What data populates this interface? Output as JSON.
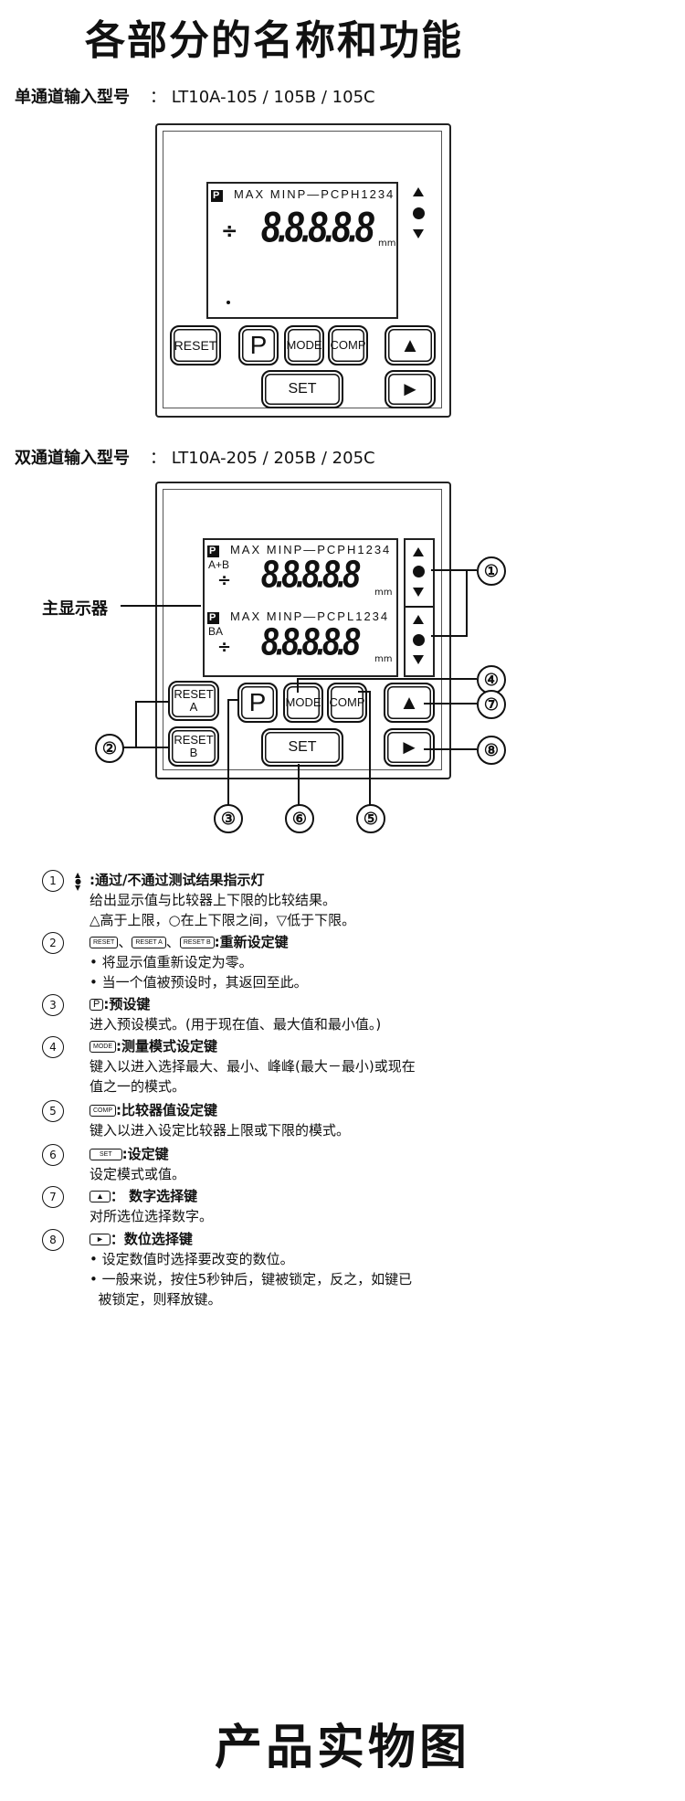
{
  "page": {
    "title": "各部分的名称和功能",
    "single": {
      "label": "单通道输入型号",
      "models": "： LT10A-105 / 105B / 105C"
    },
    "dual": {
      "label": "双通道输入型号",
      "models": "： LT10A-205 / 205B / 205C"
    },
    "main_display_label": "主显示器",
    "footer": "产品实物图"
  },
  "lcd": {
    "status_top": "MAX MINP—PCPH1234",
    "status_bottom": "MAX MINP—PCPL1234",
    "p_box": "P",
    "digits": "8.8.8.8.8",
    "unit": "mm",
    "ch_top": "A+B",
    "ch_bottom": "BA"
  },
  "buttons": {
    "reset": "RESET",
    "p": "P",
    "mode": "MODE",
    "comp": "COMP",
    "set": "SET",
    "up": "▲",
    "right": "►",
    "reset_a_1": "RESET",
    "reset_a_2": "A",
    "reset_b_1": "RESET",
    "reset_b_2": "B"
  },
  "callouts": [
    "①",
    "②",
    "③",
    "④",
    "⑤",
    "⑥",
    "⑦",
    "⑧"
  ],
  "descriptions": [
    {
      "num": "1",
      "head": ":通过/不通过测试结果指示灯",
      "lines": [
        "给出显示值与比较器上下限的比较结果。",
        "△高于上限，○在上下限之间，▽低于下限。"
      ]
    },
    {
      "num": "2",
      "head": ":重新设定键",
      "lines": [
        "• 将显示值重新设定为零。",
        "• 当一个值被预设时，其返回至此。"
      ]
    },
    {
      "num": "3",
      "head": ":预设键",
      "lines": [
        "进入预设模式。(用于现在值、最大值和最小值。)"
      ]
    },
    {
      "num": "4",
      "head": ":测量模式设定键",
      "lines": [
        "键入以进入选择最大、最小、峰峰(最大－最小)或现在",
        "值之一的模式。"
      ]
    },
    {
      "num": "5",
      "head": ":比较器值设定键",
      "lines": [
        "键入以进入设定比较器上限或下限的模式。"
      ]
    },
    {
      "num": "6",
      "head": ":设定键",
      "lines": [
        "设定模式或值。"
      ]
    },
    {
      "num": "7",
      "head": "： 数字选择键",
      "lines": [
        "对所选位选择数字。"
      ]
    },
    {
      "num": "8",
      "head": "：数位选择键",
      "lines": [
        "• 设定数值时选择要改变的数位。",
        "• 一般来说，按住5秒钟后，键被锁定，反之，如键已",
        "  被锁定，则释放键。"
      ]
    }
  ],
  "mini_labels": {
    "reset": "RESET",
    "reset_a": "RESET A",
    "reset_b": "RESET B",
    "p": "P",
    "mode": "MODE",
    "comp": "COMP",
    "set": "SET",
    "sep": "、"
  }
}
